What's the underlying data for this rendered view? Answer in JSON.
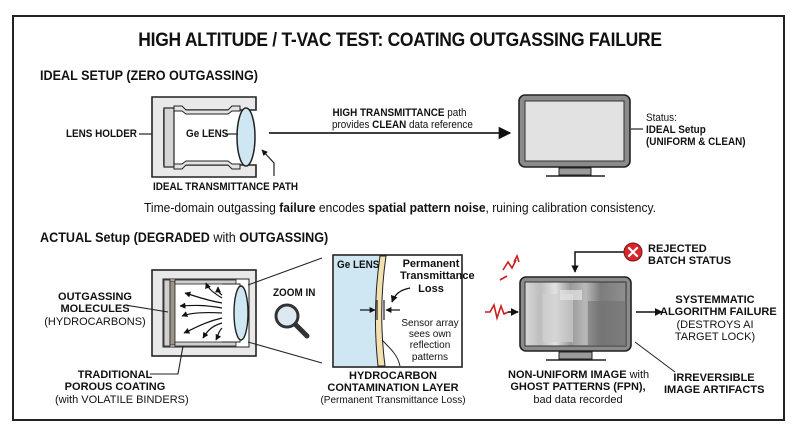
{
  "title": "HIGH ALTITUDE / T-VAC TEST: COATING OUTGASSING FAILURE",
  "ideal": {
    "heading": "IDEAL SETUP (ZERO OUTGASSING)",
    "lens_holder_label": "LENS HOLDER",
    "ge_lens_label": "Ge LENS",
    "path_label": "IDEAL TRANSMITTANCE PATH",
    "arrow_text": {
      "bold1": "HIGH TRANSMITTANCE",
      "normal1": " path",
      "normal2": "provides ",
      "bold2": "CLEAN",
      "normal3": " data reference"
    },
    "status_prefix": "Status:",
    "status_line1": "IDEAL Setup",
    "status_line2": "(UNIFORM & CLEAN)"
  },
  "caption": {
    "part1": "Time-domain outgassing ",
    "bold1": "failure",
    "part2": " encodes ",
    "bold2": "spatial pattern noise",
    "part3": ", ruining calibration consistency."
  },
  "actual": {
    "heading_bold1": "ACTUAL Setup (DEGRADED",
    "heading_normal": " with ",
    "heading_bold2": "OUTGASSING)",
    "molecules_line1": "OUTGASSING",
    "molecules_line2": "MOLECULES",
    "molecules_line3": "(HYDROCARBONS)",
    "coating_line1": "TRADITIONAL",
    "coating_line2": "POROUS COATING",
    "coating_line3": "(with VOLATILE BINDERS)",
    "zoom_label": "ZOOM IN",
    "zoom_ge_lens": "Ge LENS",
    "loss_line1": "Permanent",
    "loss_line2": "Transmittance",
    "loss_line3": "Loss",
    "sensor_line1": "Sensor array",
    "sensor_line2": "sees own",
    "sensor_line3": "reflection",
    "sensor_line4": "patterns",
    "contam_line1": "HYDROCARBON",
    "contam_line2": "CONTAMINATION LAYER",
    "contam_line3": "(Permanent Transmittance Loss)",
    "rejected_line1": "REJECTED",
    "rejected_line2": "BATCH STATUS",
    "image_bold1": "NON-UNIFORM IMAGE",
    "image_normal1": " with",
    "image_bold2": "GHOST PATTERNS (FPN),",
    "image_line3": "bad data recorded",
    "failure_line1": "SYSTEMMATIC",
    "failure_line2": "ALGORITHM FAILURE",
    "failure_line3": "(DESTROYS AI",
    "failure_line4": "TARGET LOCK)",
    "artifacts_line1": "IRREVERSIBLE",
    "artifacts_line2": "IMAGE ARTIFACTS"
  },
  "colors": {
    "lens_fill": "#cfe6f3",
    "holder_fill": "#e9e9e9",
    "reject_red": "#d9262b",
    "contam_yellow": "#f3e2b0",
    "accent_red": "#cc1f1f"
  }
}
